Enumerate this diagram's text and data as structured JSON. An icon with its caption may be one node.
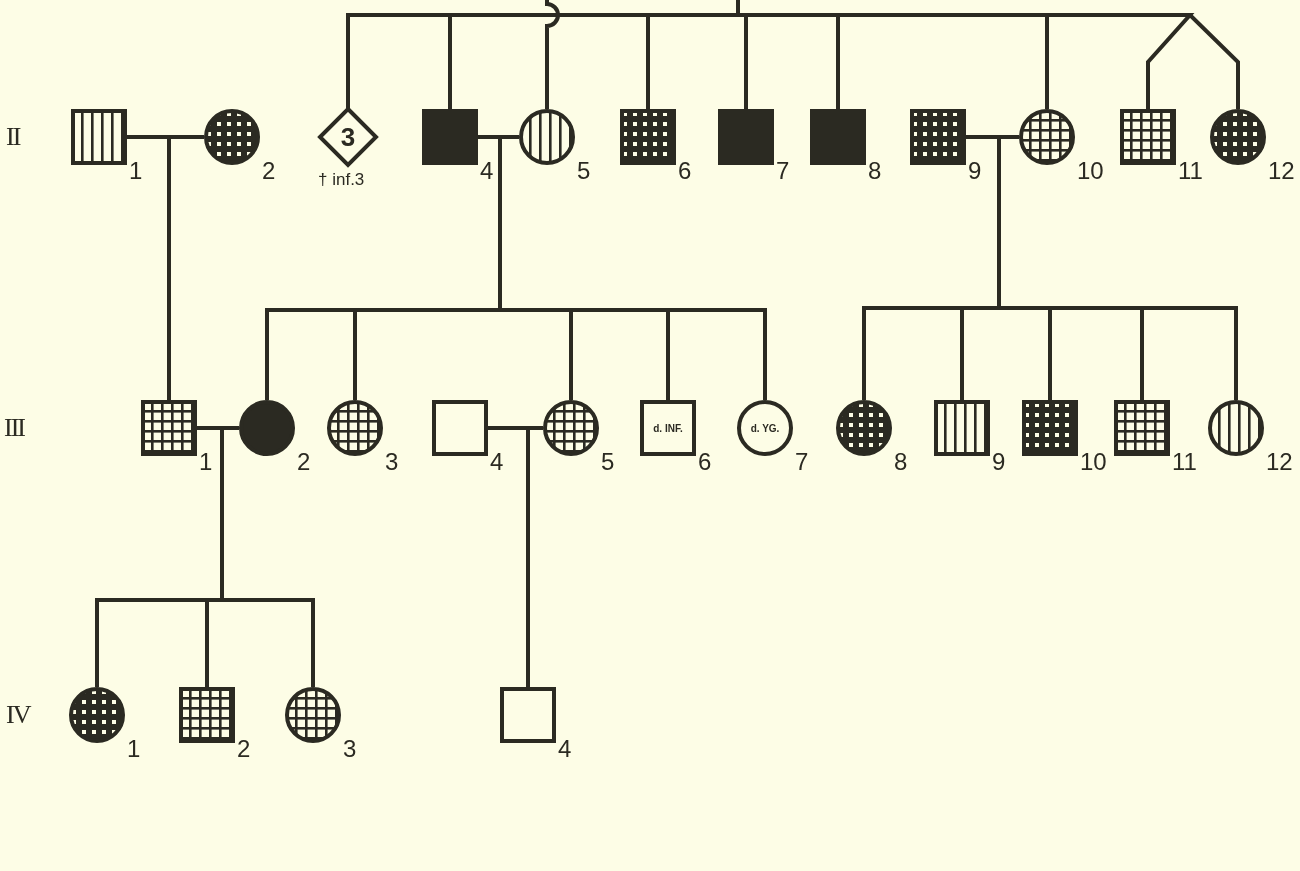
{
  "diagram": {
    "nodes": [
      {
        "text": [],
        "shape": "box",
        "beside": [
          "1"
        ]
      },
      {
        "text": [],
        "shape": "circle",
        "beside": [
          "2"
        ]
      },
      {
        "text": [
          "3"
        ],
        "beside": [
          "† inf.3"
        ]
      },
      {
        "text": [],
        "shape": "box",
        "beside": [
          "4"
        ]
      },
      {
        "text": [],
        "shape": "circle",
        "beside": [
          "5"
        ]
      },
      {
        "text": [],
        "shape": "box",
        "beside": [
          "6"
        ]
      },
      {
        "text": [],
        "shape": "box",
        "beside": [
          "7"
        ]
      },
      {
        "text": [],
        "shape": "box",
        "beside": [
          "8"
        ]
      },
      {
        "text": [],
        "shape": "box",
        "beside": [
          "9"
        ]
      },
      {
        "text": [],
        "shape": "circle",
        "beside": [
          "10"
        ]
      },
      {
        "text": [],
        "shape": "box",
        "beside": [
          "11"
        ]
      },
      {
        "text": [],
        "shape": "circle",
        "beside": [
          "12"
        ]
      },
      {
        "text": [],
        "shape": "box",
        "beside": [
          "1"
        ]
      },
      {
        "text": [],
        "shape": "circle",
        "beside": [
          "2"
        ]
      },
      {
        "text": [],
        "shape": "circle",
        "beside": [
          "3"
        ]
      },
      {
        "text": [],
        "shape": "box",
        "beside": [
          "4"
        ]
      },
      {
        "text": [],
        "shape": "circle",
        "beside": [
          "5"
        ]
      },
      {
        "text": [
          "d. INF."
        ],
        "beside": [
          "6"
        ]
      },
      {
        "text": [
          "d. YG."
        ],
        "beside": [
          "7"
        ]
      },
      {
        "text": [],
        "shape": "circle",
        "beside": [
          "8"
        ]
      },
      {
        "text": [],
        "shape": "box",
        "beside": [
          "9"
        ]
      },
      {
        "text": [],
        "shape": "box",
        "beside": [
          "10"
        ]
      },
      {
        "text": [],
        "shape": "box",
        "beside": [
          "11"
        ]
      },
      {
        "text": [],
        "shape": "circle",
        "beside": [
          "12"
        ]
      },
      {
        "text": [],
        "shape": "circle",
        "beside": [
          "1"
        ]
      },
      {
        "text": [],
        "shape": "box",
        "beside": [
          "2"
        ]
      },
      {
        "text": [],
        "shape": "circle",
        "beside": [
          "3"
        ]
      },
      {
        "text": [],
        "shape": "box",
        "beside": [
          "4"
        ]
      }
    ],
    "edges": [
      {
        "from": 0,
        "to": 1,
        "arrow": "none"
      },
      {
        "from": 3,
        "to": 4,
        "arrow": "none"
      },
      {
        "from": 8,
        "to": 9,
        "arrow": "none"
      },
      {
        "from": 12,
        "to": 13,
        "arrow": "none"
      },
      {
        "from": 15,
        "to": 16,
        "arrow": "none"
      },
      {
        "from": null,
        "to": 2,
        "arrow": "none"
      },
      {
        "from": null,
        "to": 3,
        "arrow": "none"
      },
      {
        "from": null,
        "to": 5,
        "arrow": "none"
      },
      {
        "from": null,
        "to": 6,
        "arrow": "none"
      },
      {
        "from": null,
        "to": 7,
        "arrow": "none"
      },
      {
        "from": null,
        "to": 9,
        "arrow": "none"
      },
      {
        "from": null,
        "to": 10,
        "arrow": "none"
      },
      {
        "from": null,
        "to": 11,
        "arrow": "none"
      },
      {
        "from": null,
        "to": 4,
        "arrow": "none"
      },
      {
        "from": 0,
        "to": 12,
        "arrow": "none"
      },
      {
        "from": 3,
        "to": 13,
        "arrow": "none"
      },
      {
        "from": 3,
        "to": 14,
        "arrow": "none"
      },
      {
        "from": 3,
        "to": 16,
        "arrow": "none"
      },
      {
        "from": 3,
        "to": 17,
        "arrow": "none"
      },
      {
        "from": 3,
        "to": 18,
        "arrow": "none"
      },
      {
        "from": 8,
        "to": 19,
        "arrow": "none"
      },
      {
        "from": 8,
        "to": 20,
        "arrow": "none"
      },
      {
        "from": 8,
        "to": 21,
        "arrow": "none"
      },
      {
        "from": 8,
        "to": 22,
        "arrow": "none"
      },
      {
        "from": 8,
        "to": 23,
        "arrow": "none"
      },
      {
        "from": 12,
        "to": 24,
        "arrow": "none"
      },
      {
        "from": 12,
        "to": 25,
        "arrow": "none"
      },
      {
        "from": 12,
        "to": 26,
        "arrow": "none"
      },
      {
        "from": 15,
        "to": 27,
        "arrow": "none"
      }
    ],
    "labels": [
      "II",
      "III",
      "IV"
    ]
  }
}
